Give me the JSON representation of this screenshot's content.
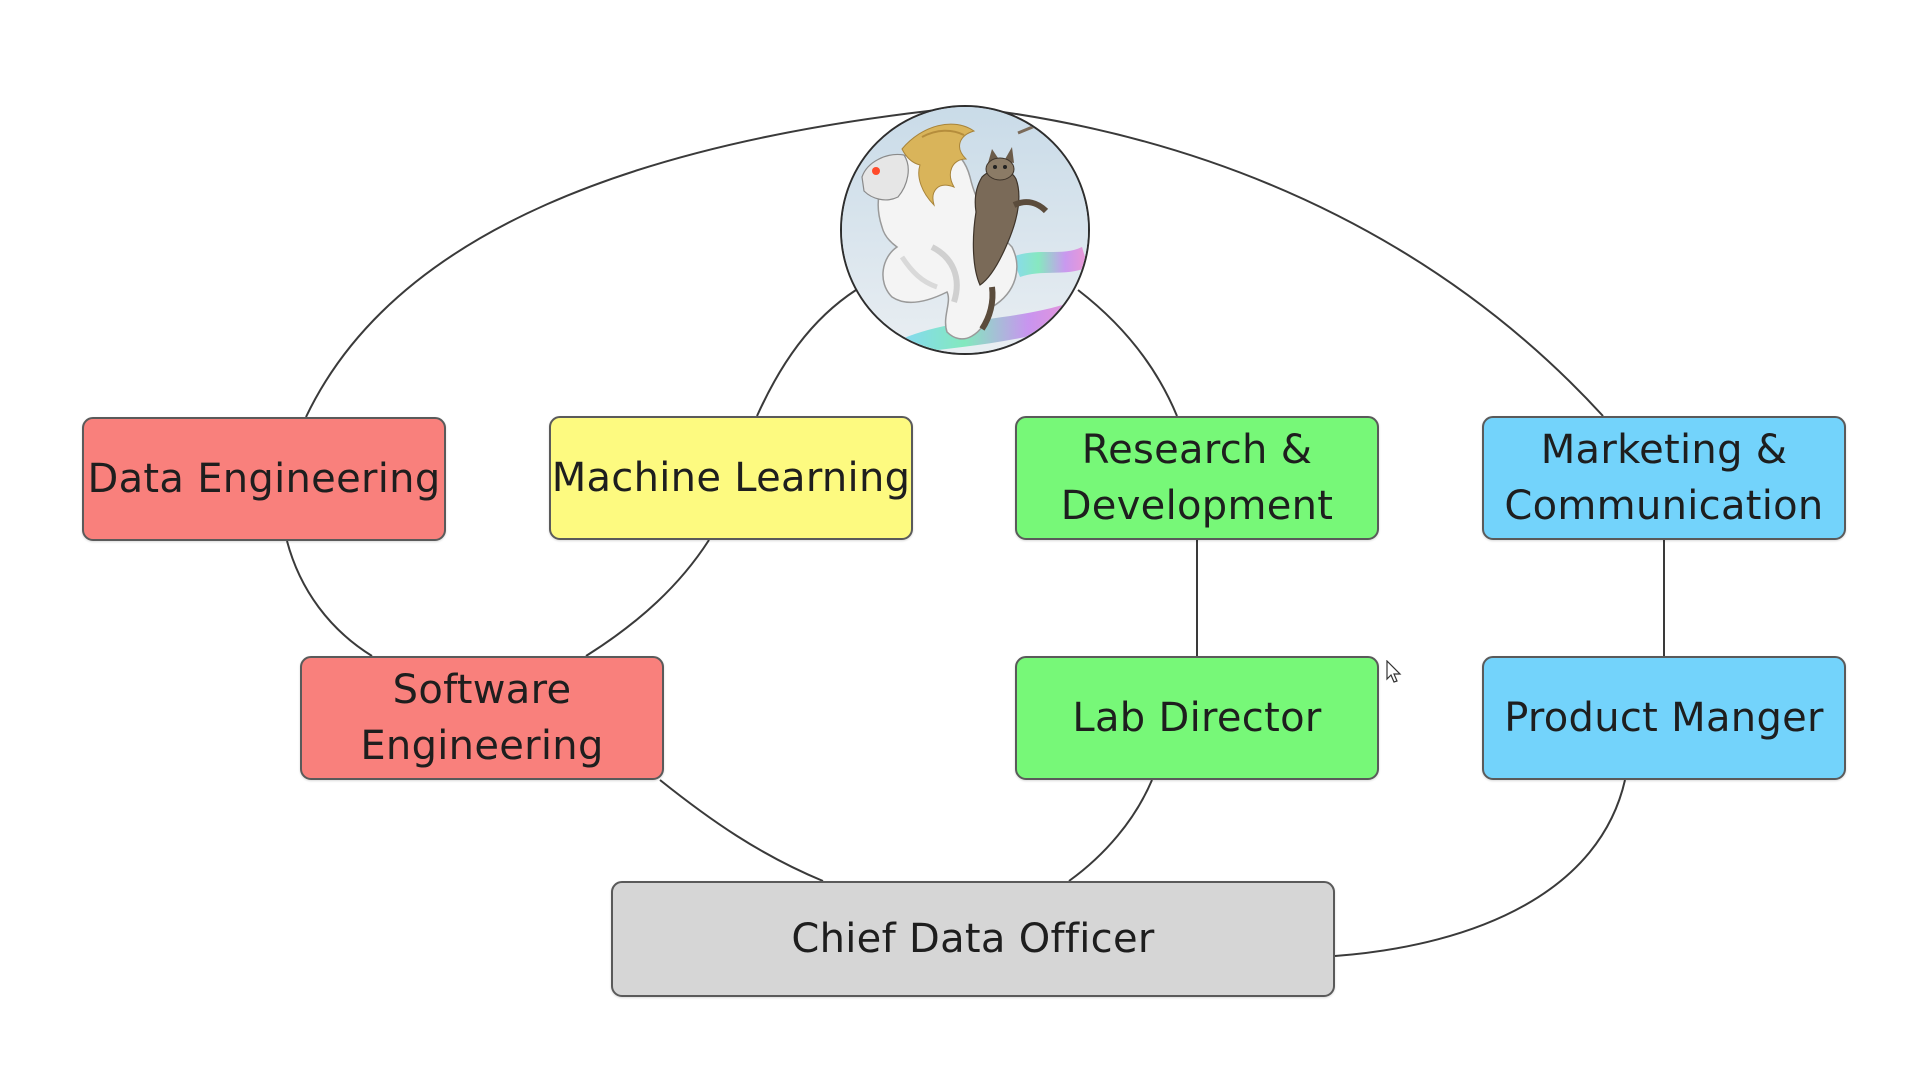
{
  "diagram": {
    "nodes": [
      {
        "id": "data-engineering",
        "label": "Data Engineering",
        "color": "#f9807c"
      },
      {
        "id": "machine-learning",
        "label": "Machine Learning",
        "color": "#fdfa80"
      },
      {
        "id": "research",
        "label": "Research &\nDevelopment",
        "color": "#77f878"
      },
      {
        "id": "marketing",
        "label": "Marketing &\nCommunication",
        "color": "#73d3fb"
      },
      {
        "id": "software",
        "label": "Software\nEngineering",
        "color": "#f9807c"
      },
      {
        "id": "lab-director",
        "label": "Lab Director",
        "color": "#77f878"
      },
      {
        "id": "product-manager",
        "label": "Product Manger",
        "color": "#73d3fb"
      },
      {
        "id": "cdo",
        "label": "Chief Data Officer",
        "color": "#d6d6d6"
      }
    ],
    "avatar": {
      "icon": "unicorn-cat-avatar-icon"
    },
    "edges": [
      {
        "from": "avatar",
        "to": "data-engineering"
      },
      {
        "from": "avatar",
        "to": "machine-learning"
      },
      {
        "from": "avatar",
        "to": "research"
      },
      {
        "from": "avatar",
        "to": "marketing"
      },
      {
        "from": "data-engineering",
        "to": "software"
      },
      {
        "from": "machine-learning",
        "to": "software"
      },
      {
        "from": "research",
        "to": "lab-director"
      },
      {
        "from": "marketing",
        "to": "product-manager"
      },
      {
        "from": "software",
        "to": "cdo"
      },
      {
        "from": "lab-director",
        "to": "cdo"
      },
      {
        "from": "product-manager",
        "to": "cdo"
      }
    ]
  }
}
